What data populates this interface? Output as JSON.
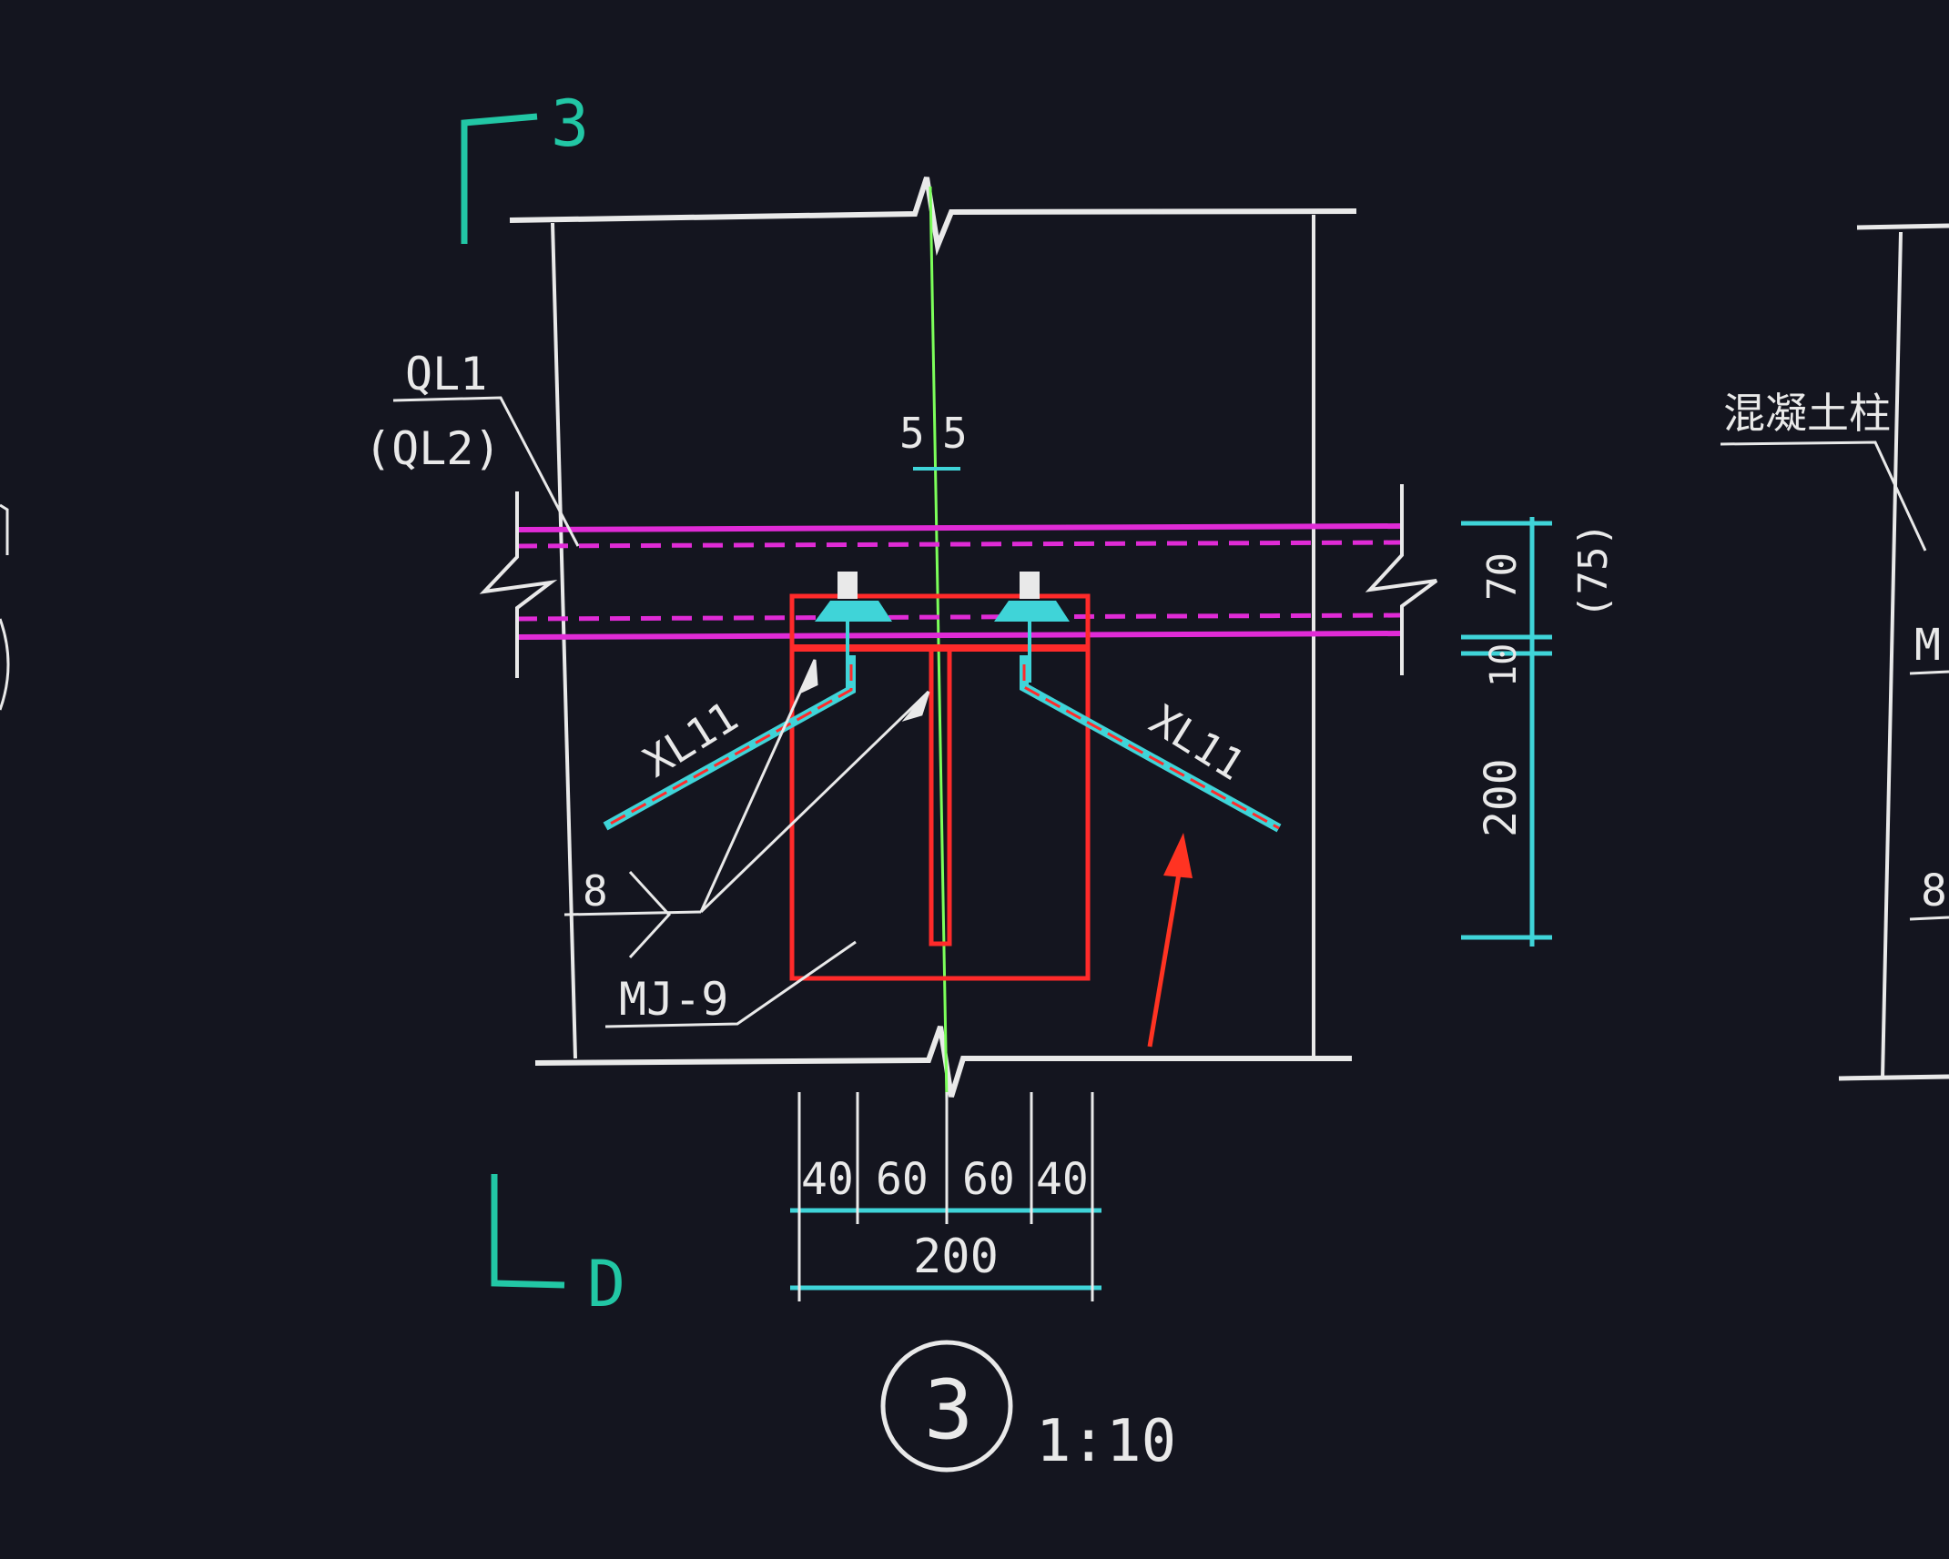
{
  "colors": {
    "background": "#14151f",
    "white": "#e9e9e9",
    "cyan": "#3fd4d8",
    "magenta": "#e02bd6",
    "red": "#ff2a2a",
    "green": "#7cff5a",
    "teal": "#22c7a5",
    "arrow_red": "#ff3322"
  },
  "section_marker": {
    "top_label": "3",
    "bottom_label": "D"
  },
  "beam": {
    "label_1": "QL1",
    "label_2": "(QL2)"
  },
  "centerline": {
    "left_value": "5",
    "right_value": "5"
  },
  "rebar": {
    "left_label": "XL11",
    "right_label": "XL11"
  },
  "weld": {
    "size": "8"
  },
  "embed_plate": {
    "label": "MJ-9"
  },
  "right_dimensions": {
    "top": "70",
    "top_alt": "(75)",
    "middle": "10",
    "bottom": "200"
  },
  "bottom_dimensions": {
    "segments": [
      "40",
      "60",
      "60",
      "40"
    ],
    "total": "200"
  },
  "detail": {
    "number": "3",
    "scale": "1:10"
  },
  "adjacent_detail": {
    "label": "混凝土柱",
    "letter": "M",
    "number": "8"
  }
}
